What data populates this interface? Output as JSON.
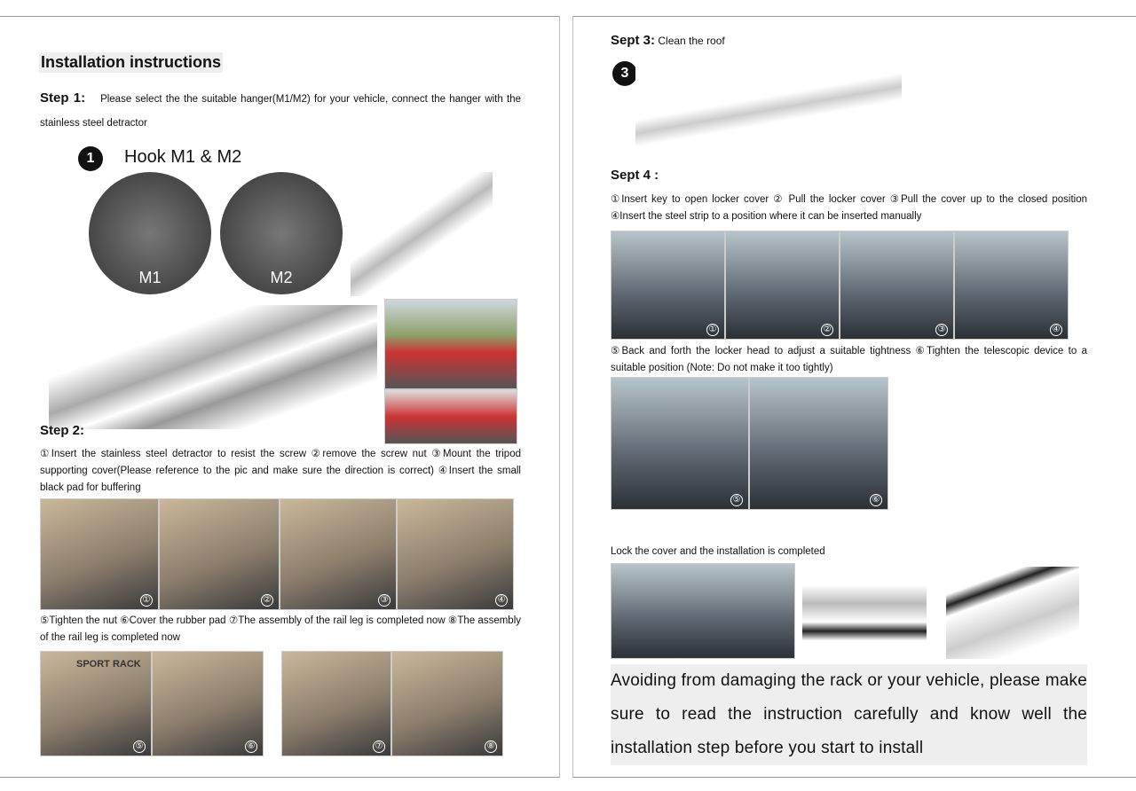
{
  "left": {
    "title": "Installation instructions",
    "step1_label": "Step 1:",
    "step1_text": "Please select the the suitable hanger(M1/M2) for your vehicle, connect the hanger with the stainless steel detractor",
    "hook_title": "Hook M1 & M2",
    "hook_num": "1",
    "m1": "M1",
    "m2": "M2",
    "step2_label": "Step 2:",
    "step2_text": "①Insert the stainless steel detractor to resist the screw ②remove the screw nut ③Mount the tripod supporting cover(Please reference to the pic and make sure the direction is correct) ④Insert the small black pad for buffering",
    "step2_photos": [
      "①",
      "②",
      "③",
      "④"
    ],
    "step2b_text": "⑤Tighten the nut ⑥Cover the rubber pad ⑦The assembly of the rail leg is completed now ⑧The assembly of the rail leg is completed now",
    "step2b_photos": [
      "⑤",
      "⑥",
      "⑦",
      "⑧"
    ],
    "box_text": "SPORT RACK"
  },
  "right": {
    "step3_label": "Sept 3:",
    "step3_text": "Clean the roof",
    "step3_num": "3",
    "step4_label": "Sept 4 :",
    "step4_text": "①Insert key to open locker cover   ② Pull the locker cover   ③Pull the cover up to the closed position ④Insert the steel strip to a position where it can be inserted manually",
    "step4_photos": [
      "①",
      "②",
      "③",
      "④"
    ],
    "step5_text": "⑤Back and forth the locker head to adjust a suitable tightness ⑥Tighten the telescopic device to a suitable position (Note: Do not make it too tightly)",
    "step5_photos": [
      "⑤",
      "⑥"
    ],
    "lock_text": "Lock the cover and the installation is completed",
    "warning": "Avoiding from damaging the rack or your vehicle, please make sure to read the instruction carefully and know well the installation step before you start to install"
  }
}
